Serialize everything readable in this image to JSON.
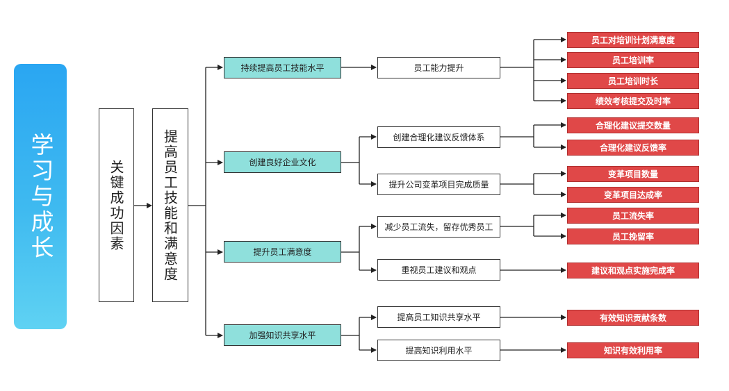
{
  "banner": "学习与成长",
  "key_factors": "关键成功因素",
  "goal": "提高员工技能和满意度",
  "strategies": [
    "持续提高员工技能水平",
    "创建良好企业文化",
    "提升员工满意度",
    "加强知识共享水平"
  ],
  "measures": [
    "员工能力提升",
    "创建合理化建议反馈体系",
    "提升公司变革项目完成质量",
    "减少员工流失，留存优秀员工",
    "重视员工建议和观点",
    "提高员工知识共享水平",
    "提高知识利用水平"
  ],
  "indicators": [
    "员工对培训计划满意度",
    "员工培训率",
    "员工培训时长",
    "绩效考核提交及时率",
    "合理化建议提交数量",
    "合理化建议反馈率",
    "变革项目数量",
    "变革项目达成率",
    "员工流失率",
    "员工挽留率",
    "建议和观点实施完成率",
    "有效知识贡献条数",
    "知识有效利用率"
  ]
}
